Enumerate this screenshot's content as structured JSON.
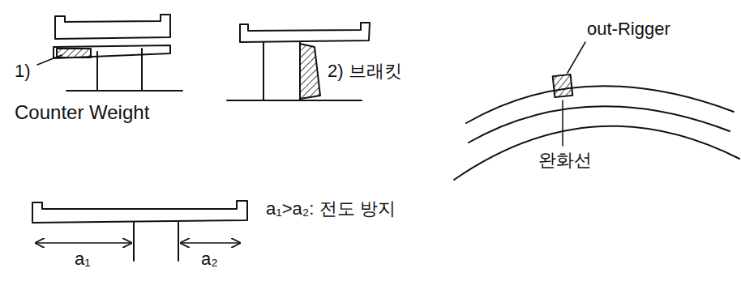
{
  "diagram": {
    "labels": [
      "1)",
      "Counter Weight",
      "2) 브래킷",
      "out-Rigger",
      "완화선",
      "a₁",
      "a₂",
      "a₁>a₂: 전도 방지"
    ]
  }
}
